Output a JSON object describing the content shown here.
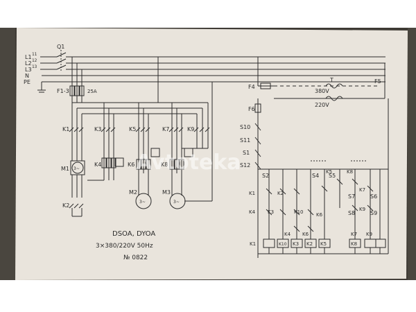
{
  "diagram": {
    "line_labels": [
      "L1",
      "L2",
      "L3",
      "N",
      "PE"
    ],
    "line_codes": [
      "11",
      "12",
      "13"
    ],
    "breaker": "Q1",
    "fuse": "F1-3",
    "fuse_rating": "25A",
    "fuse_f4": "F4",
    "fuse_f5": "F5",
    "fuse_f6": "F6",
    "transformer": "T",
    "voltage_primary": "380V",
    "voltage_secondary": "220V",
    "contactors": [
      "K1",
      "K3",
      "K5",
      "K7",
      "K9"
    ],
    "relays": [
      "K4",
      "K6",
      "K8"
    ],
    "k2": "K2",
    "motors": [
      "M1",
      "M2",
      "M3"
    ],
    "motor_symbol": "3~",
    "switches": [
      "S10",
      "S11",
      "S1",
      "S12",
      "S2",
      "S4",
      "S5",
      "S6",
      "S7",
      "S8",
      "S9"
    ],
    "ladder_coils": [
      "K1",
      "K10",
      "K3",
      "K2",
      "K4",
      "K5",
      "K8",
      "K7",
      "K9",
      "K6"
    ],
    "ladder_contacts": [
      "K1",
      "K2",
      "K3",
      "K4",
      "K5",
      "K6",
      "K7",
      "K8",
      "K9",
      "K10"
    ],
    "title": "DSOA, DYOA",
    "supply": "3×380/220V 50Hz",
    "number": "№ 0822",
    "watermark": "Avtoteka"
  },
  "colors": {
    "paper": "#e9e4dc",
    "ink": "#2a2a2a",
    "backdrop": "#3e3a34"
  }
}
